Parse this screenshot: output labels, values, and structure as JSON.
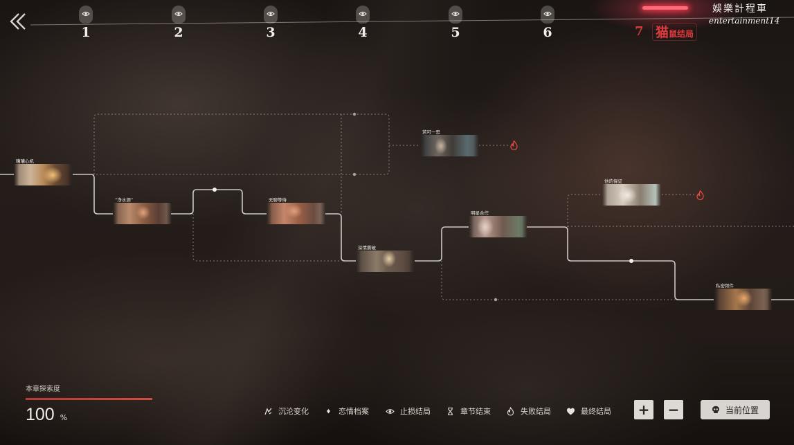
{
  "header": {
    "back_icon": "double-chevron-left-icon",
    "chapters": [
      {
        "number": "1",
        "icon": "eye-icon"
      },
      {
        "number": "2",
        "icon": "eye-icon"
      },
      {
        "number": "3",
        "icon": "eye-icon"
      },
      {
        "number": "4",
        "icon": "eye-icon"
      },
      {
        "number": "5",
        "icon": "eye-icon"
      },
      {
        "number": "6",
        "icon": "eye-icon"
      }
    ],
    "current_chapter": {
      "number": "7",
      "title_main": "猫",
      "title_sub": "鼠结局"
    }
  },
  "watermark": {
    "line1": "娛樂計程車",
    "line2": "entertainment14"
  },
  "flowchart": {
    "nodes": [
      {
        "label": "嘈嘈心机"
      },
      {
        "label": "“净水源”"
      },
      {
        "label": "无聊等待"
      },
      {
        "label": "深情撕破"
      },
      {
        "label": "若可一思"
      },
      {
        "label": "明星合作"
      },
      {
        "label": "他的保证"
      },
      {
        "label": "私密频件"
      }
    ],
    "fail_endings": [
      {
        "icon": "flame-icon"
      },
      {
        "icon": "flame-icon"
      }
    ]
  },
  "progress": {
    "label": "本章探索度",
    "value": 100,
    "unit": "%"
  },
  "legend": [
    {
      "icon": "swirl-icon",
      "label": "沉沦变化"
    },
    {
      "icon": "diamond-icon",
      "label": "恋情档案"
    },
    {
      "icon": "eye-icon",
      "label": "止损结局"
    },
    {
      "icon": "hourglass-icon",
      "label": "章节结束"
    },
    {
      "icon": "flame-icon",
      "label": "失败结局"
    },
    {
      "icon": "heart-icon",
      "label": "最终结局"
    }
  ],
  "controls": {
    "zoom_in": "+",
    "zoom_out": "−",
    "locate_icon": "skull-icon",
    "locate_label": "当前位置"
  },
  "colors": {
    "accent_red": "#d43a3a",
    "line": "#cdc8c3",
    "fail_flame": "#e24a40",
    "progress_fill": "#c8473a"
  }
}
